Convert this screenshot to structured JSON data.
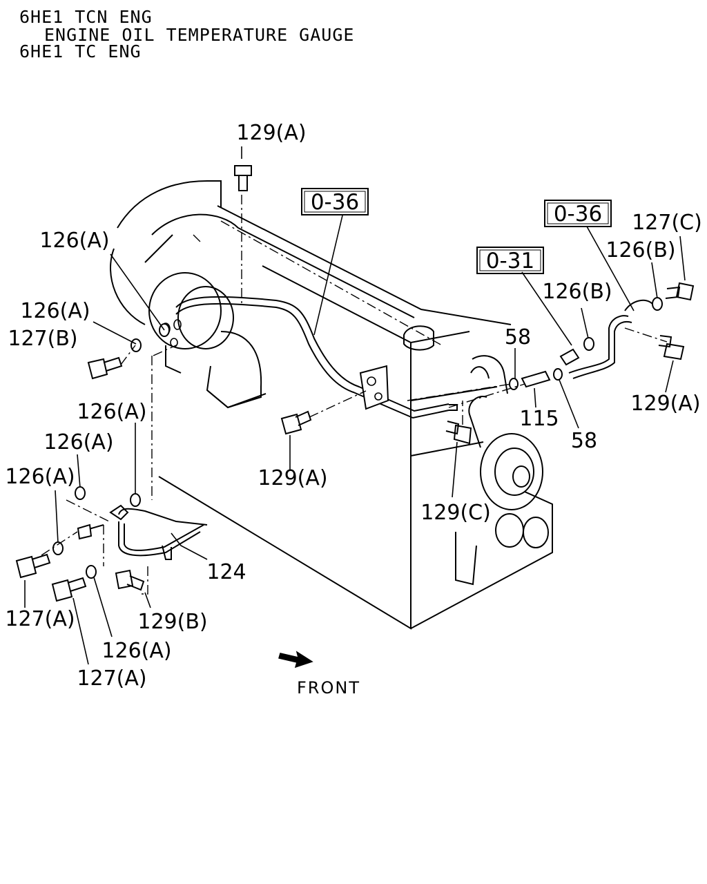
{
  "header": {
    "line1": "6HE1 TCN ENG",
    "line2": "ENGINE OIL TEMPERATURE GAUGE",
    "line3": "6HE1 TC ENG"
  },
  "refs": {
    "ref_036_a": "0-36",
    "ref_036_b": "0-36",
    "ref_031": "0-31"
  },
  "callouts": {
    "c_129a_top": "129(A)",
    "c_126a_1": "126(A)",
    "c_126a_2": "126(A)",
    "c_127b": "127(B)",
    "c_126a_3": "126(A)",
    "c_126a_4": "126(A)",
    "c_126a_5": "126(A)",
    "c_127a_1": "127(A)",
    "c_126a_6": "126(A)",
    "c_127a_2": "127(A)",
    "c_129b": "129(B)",
    "c_124": "124",
    "c_129a_mid": "129(A)",
    "c_129c": "129(C)",
    "c_58_a": "58",
    "c_115": "115",
    "c_58_b": "58",
    "c_126b_1": "126(B)",
    "c_126b_2": "126(B)",
    "c_127c": "127(C)",
    "c_129a_right": "129(A)"
  },
  "front_label": "FRONT"
}
